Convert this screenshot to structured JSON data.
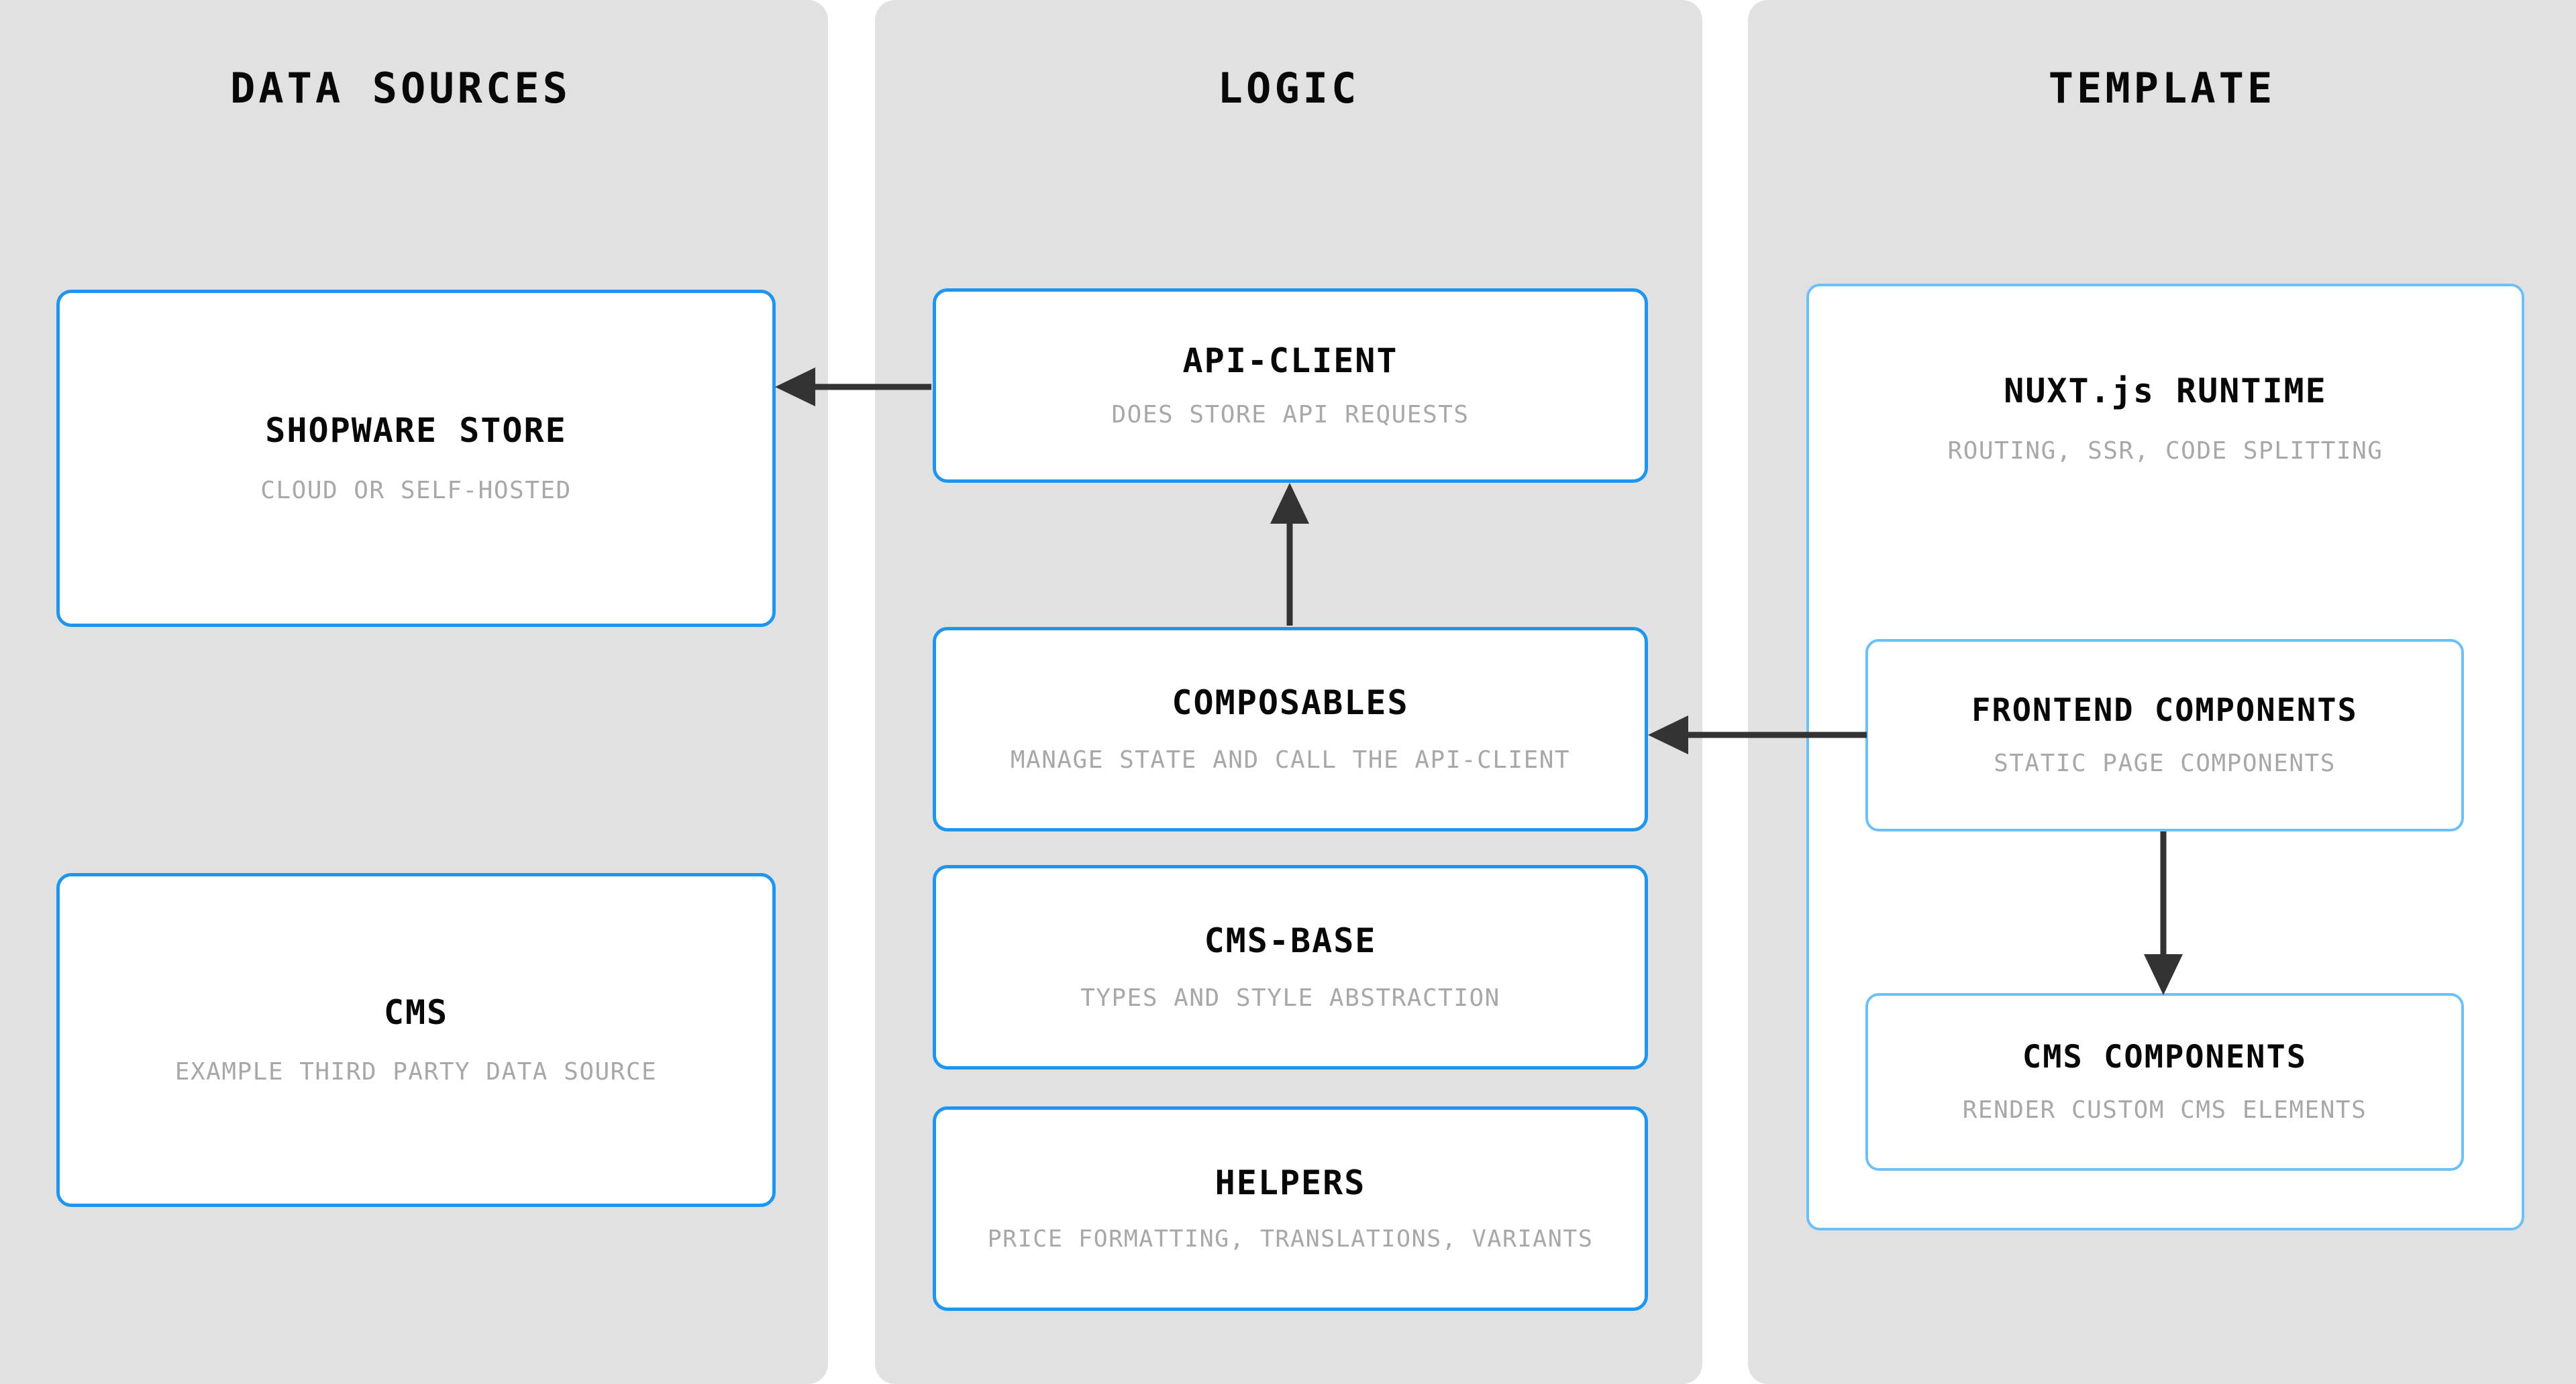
{
  "diagram": {
    "type": "architecture-flow",
    "background": "#FFFFFF",
    "panel_bg": "#E1E1E1",
    "accent_border": "#1E95EF",
    "nested_border": "#6CC0FA",
    "arrow_color": "#333333",
    "title_color": "#080808",
    "subtitle_color": "#A8A8A8"
  },
  "columns": [
    {
      "id": "data-sources",
      "title": "DATA SOURCES"
    },
    {
      "id": "logic",
      "title": "LOGIC"
    },
    {
      "id": "template",
      "title": "TEMPLATE"
    }
  ],
  "nodes": {
    "shopware_store": {
      "title": "SHOPWARE STORE",
      "subtitle": "CLOUD OR SELF-HOSTED"
    },
    "cms": {
      "title": "CMS",
      "subtitle": "EXAMPLE THIRD PARTY DATA SOURCE"
    },
    "api_client": {
      "title": "API-CLIENT",
      "subtitle": "DOES STORE API REQUESTS"
    },
    "composables": {
      "title": "COMPOSABLES",
      "subtitle": "MANAGE STATE AND CALL THE API-CLIENT"
    },
    "cms_base": {
      "title": "CMS-BASE",
      "subtitle": "TYPES AND STYLE ABSTRACTION"
    },
    "helpers": {
      "title": "HELPERS",
      "subtitle": "PRICE FORMATTING, TRANSLATIONS, VARIANTS"
    },
    "nuxt_runtime": {
      "title": "NUXT.js RUNTIME",
      "subtitle": "ROUTING, SSR, CODE SPLITTING"
    },
    "frontend_components": {
      "title": "FRONTEND COMPONENTS",
      "subtitle": "STATIC PAGE COMPONENTS"
    },
    "cms_components": {
      "title": "CMS COMPONENTS",
      "subtitle": "RENDER CUSTOM CMS ELEMENTS"
    }
  },
  "edges": [
    {
      "id": "api-client-to-shopware-store",
      "from": "api_client",
      "to": "shopware_store",
      "direction": "left"
    },
    {
      "id": "composables-to-api-client",
      "from": "composables",
      "to": "api_client",
      "direction": "up"
    },
    {
      "id": "frontend-components-to-composables",
      "from": "frontend_components",
      "to": "composables",
      "direction": "left"
    },
    {
      "id": "frontend-components-to-cms-components",
      "from": "frontend_components",
      "to": "cms_components",
      "direction": "down"
    }
  ]
}
